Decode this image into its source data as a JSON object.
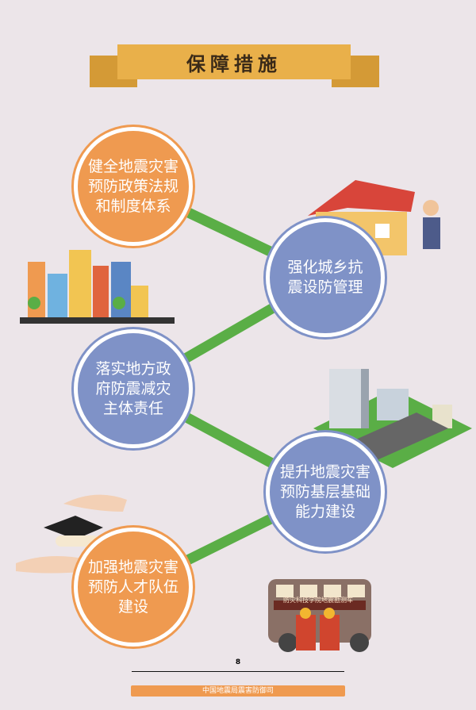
{
  "title": "保障措施",
  "measures": [
    {
      "text": "健全地震灾害预防政策法规和制度体系",
      "color": "#ef9a50"
    },
    {
      "text": "强化城乡抗震设防管理",
      "color": "#7f92c7"
    },
    {
      "text": "落实地方政府防震减灾主体责任",
      "color": "#7f92c7"
    },
    {
      "text": "提升地震灾害预防基层基础能力建设",
      "color": "#7f92c7"
    },
    {
      "text": "加强地震灾害预防人才队伍建设",
      "color": "#ef9a50"
    }
  ],
  "bus_label": "防灾科技学院地震勘测车",
  "page_number": "8",
  "footer": "中国地震局震害防御司"
}
